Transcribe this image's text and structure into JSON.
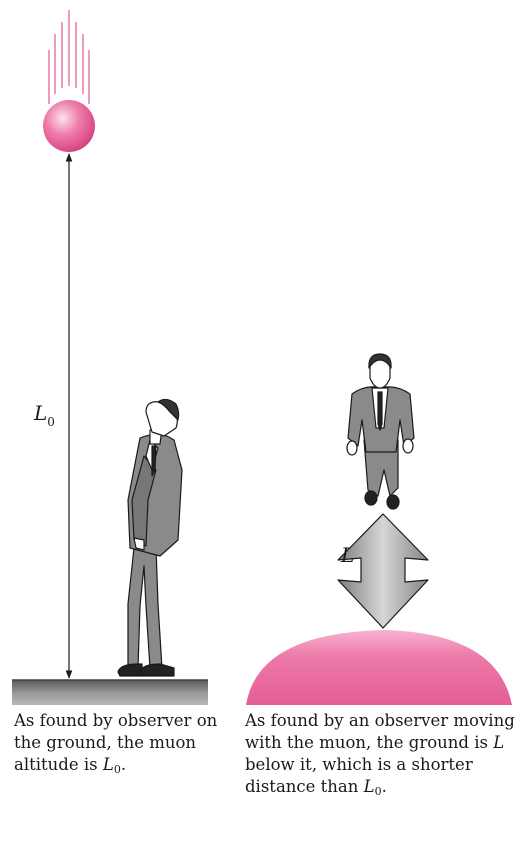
{
  "left_panel": {
    "altitude_symbol": "L",
    "altitude_subscript": "0",
    "caption": {
      "text": "As found by observer on the ground, the muon altitude is ",
      "symbol": "L",
      "subscript": "0",
      "end": "."
    }
  },
  "right_panel": {
    "distance_symbol": "L",
    "caption": {
      "text_before": "As found by an observer moving with the muon, the ground is ",
      "symbol": "L",
      "text_after": " below it, which is a shorter distance than ",
      "symbol2": "L",
      "subscript2": "0",
      "end": "."
    }
  },
  "colors": {
    "muon": "#e4568f",
    "muon_highlight": "#ffd6e6",
    "streak": "#ea6fa3",
    "ground": "#8c8c8c",
    "suit": "#8a8a8a",
    "arrow": "#9b9b9b"
  }
}
